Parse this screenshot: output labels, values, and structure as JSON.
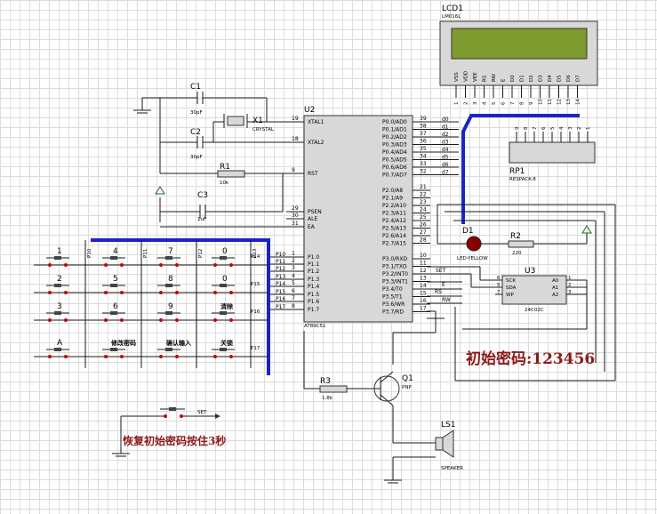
{
  "components": {
    "lcd": {
      "ref": "LCD1",
      "model": "LM016L",
      "pins": [
        "VSS",
        "VDD",
        "VEE",
        "RS",
        "RW",
        "E",
        "D0",
        "D1",
        "D2",
        "D3",
        "D4",
        "D5",
        "D6",
        "D7"
      ],
      "nums": [
        "1",
        "2",
        "3",
        "4",
        "5",
        "6",
        "7",
        "8",
        "9",
        "10",
        "11",
        "12",
        "13",
        "14"
      ]
    },
    "mcu": {
      "ref": "U2",
      "model": "AT89C51",
      "left_pins": [
        {
          "num": "19",
          "name": "XTAL1"
        },
        {
          "num": "18",
          "name": "XTAL2"
        },
        {
          "num": "9",
          "name": "RST"
        },
        {
          "num": "29",
          "name": "PSEN"
        },
        {
          "num": "30",
          "name": "ALE"
        },
        {
          "num": "31",
          "name": "EA"
        },
        {
          "num": "1",
          "name": "P1.0"
        },
        {
          "num": "2",
          "name": "P1.1"
        },
        {
          "num": "3",
          "name": "P1.2"
        },
        {
          "num": "4",
          "name": "P1.3"
        },
        {
          "num": "5",
          "name": "P1.4"
        },
        {
          "num": "6",
          "name": "P1.5"
        },
        {
          "num": "7",
          "name": "P1.6"
        },
        {
          "num": "8",
          "name": "P1.7"
        }
      ],
      "right_pins": [
        {
          "num": "39",
          "name": "P0.0/AD0"
        },
        {
          "num": "38",
          "name": "P0.1/AD1"
        },
        {
          "num": "37",
          "name": "P0.2/AD2"
        },
        {
          "num": "36",
          "name": "P0.3/AD3"
        },
        {
          "num": "35",
          "name": "P0.4/AD4"
        },
        {
          "num": "34",
          "name": "P0.5/AD5"
        },
        {
          "num": "33",
          "name": "P0.6/AD6"
        },
        {
          "num": "32",
          "name": "P0.7/AD7"
        },
        {
          "num": "21",
          "name": "P2.0/A8"
        },
        {
          "num": "22",
          "name": "P2.1/A9"
        },
        {
          "num": "23",
          "name": "P2.2/A10"
        },
        {
          "num": "24",
          "name": "P2.3/A11"
        },
        {
          "num": "25",
          "name": "P2.4/A12"
        },
        {
          "num": "26",
          "name": "P2.5/A13"
        },
        {
          "num": "27",
          "name": "P2.6/A14"
        },
        {
          "num": "28",
          "name": "P2.7/A15"
        },
        {
          "num": "10",
          "name": "P3.0/RXD"
        },
        {
          "num": "11",
          "name": "P3.1/TXD"
        },
        {
          "num": "12",
          "name": "P3.2/INT0"
        },
        {
          "num": "13",
          "name": "P3.3/INT1"
        },
        {
          "num": "14",
          "name": "P3.4/T0"
        },
        {
          "num": "15",
          "name": "P3.5/T1"
        },
        {
          "num": "16",
          "name": "P3.6/WR"
        },
        {
          "num": "17",
          "name": "P3.7/RD"
        }
      ]
    },
    "c1": {
      "ref": "C1",
      "value": "30pF"
    },
    "c2": {
      "ref": "C2",
      "value": "30pF"
    },
    "c3": {
      "ref": "C3",
      "value": "1uF"
    },
    "x1": {
      "ref": "X1",
      "value": "CRYSTAL"
    },
    "r1": {
      "ref": "R1",
      "value": "10k"
    },
    "r2": {
      "ref": "R2",
      "value": "220"
    },
    "r3": {
      "ref": "R3",
      "value": "1.8k"
    },
    "d1": {
      "ref": "D1",
      "value": "LED-YELLOW"
    },
    "q1": {
      "ref": "Q1",
      "value": "PNP"
    },
    "ls1": {
      "ref": "LS1",
      "value": "SPEAKER"
    },
    "rp1": {
      "ref": "RP1",
      "value": "RESPACK-8"
    },
    "u3": {
      "ref": "U3",
      "value": "24C02C",
      "pins": [
        {
          "num": "6",
          "name": "SCK"
        },
        {
          "num": "5",
          "name": "SDA"
        },
        {
          "num": "7",
          "name": "WP"
        }
      ],
      "apins": [
        {
          "num": "1",
          "name": "A0"
        },
        {
          "num": "2",
          "name": "A1"
        },
        {
          "num": "3",
          "name": "A2"
        }
      ]
    }
  },
  "nets": {
    "p0": [
      "d0",
      "d1",
      "d2",
      "d3",
      "d4",
      "d5",
      "d6",
      "d7"
    ],
    "p1": [
      "P10",
      "P11",
      "P12",
      "P13",
      "P14",
      "P15",
      "P16",
      "P17"
    ],
    "p3": [
      "SET",
      "E",
      "RS",
      "RW"
    ]
  },
  "keypad": {
    "labels": [
      "1",
      "4",
      "7",
      "0",
      "2",
      "5",
      "8",
      "0",
      "3",
      "6",
      "9",
      "清除",
      "A",
      "修改密码",
      "确认输入",
      "关锁"
    ],
    "cols": [
      "P10",
      "P11",
      "P12",
      "P13"
    ],
    "rows": [
      "P14",
      "P15",
      "P16",
      "P17"
    ]
  },
  "set_button": {
    "label": "SET"
  },
  "notes": {
    "password": "初始密码:123456",
    "reset": "恢复初始密码按住3秒"
  },
  "colors": {
    "bus": "#1a24c8",
    "note": "#8b1a1a",
    "lcd_screen": "#7f9a2e",
    "led": "#8a0000"
  }
}
